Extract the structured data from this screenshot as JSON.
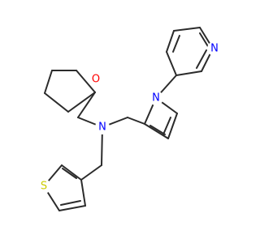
{
  "molecule": {
    "atoms": [
      {
        "label": "O",
        "color": "#ff0000"
      },
      {
        "label": "N",
        "color": "#0000ff"
      },
      {
        "label": "N",
        "color": "#0000ff"
      },
      {
        "label": "N",
        "color": "#0000ff"
      },
      {
        "label": "S",
        "color": "#cccc00"
      }
    ],
    "bond_color": "#2b2b2b",
    "background_color": "#ffffff"
  }
}
